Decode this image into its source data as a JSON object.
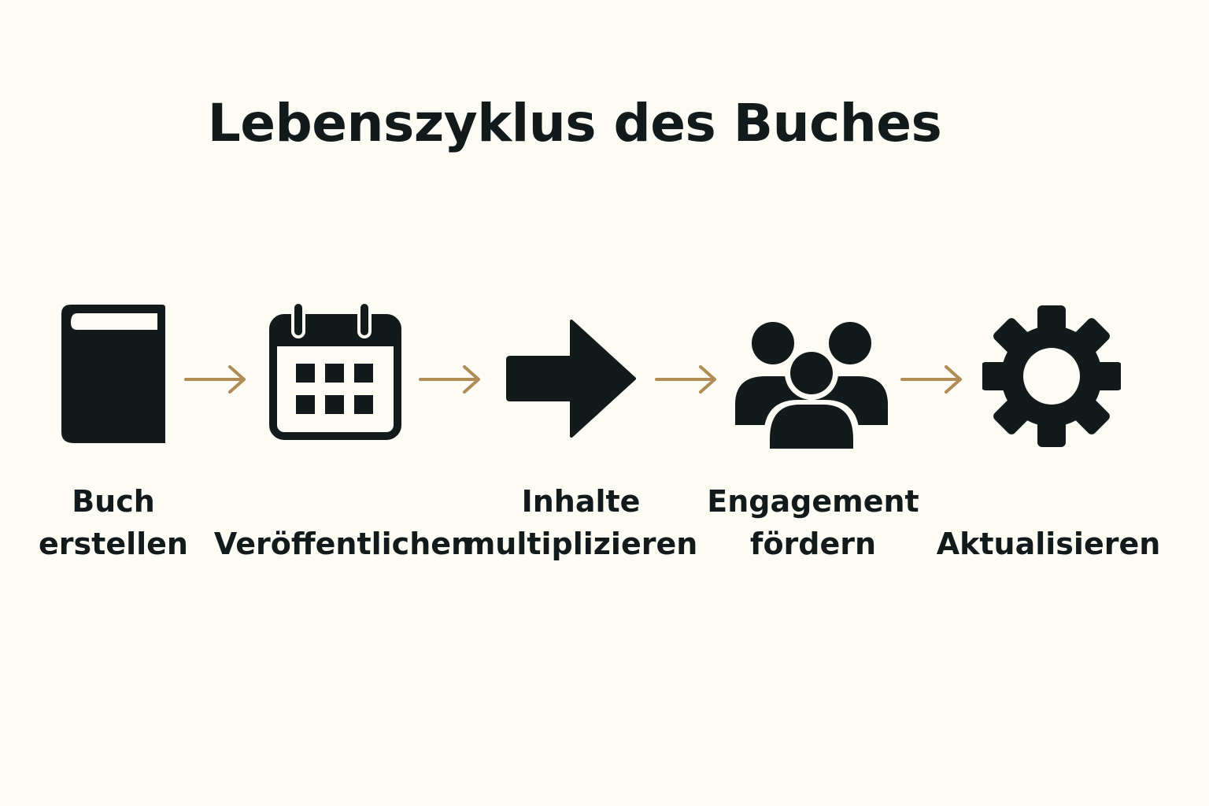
{
  "title": "Lebenszyklus des Buches",
  "colors": {
    "background": "#fcfbf4",
    "icon": "#131a1c",
    "arrow": "#b08d57"
  },
  "steps": [
    {
      "icon": "book-icon",
      "lines": [
        "Buch",
        "erstellen"
      ]
    },
    {
      "icon": "calendar-icon",
      "lines": [
        "",
        "Veröffentlichen"
      ]
    },
    {
      "icon": "arrow-right-icon",
      "lines": [
        "Inhalte",
        "multiplizieren"
      ]
    },
    {
      "icon": "people-icon",
      "lines": [
        "Engagement",
        "fördern"
      ]
    },
    {
      "icon": "gear-icon",
      "lines": [
        "",
        "Aktualisieren"
      ]
    }
  ]
}
